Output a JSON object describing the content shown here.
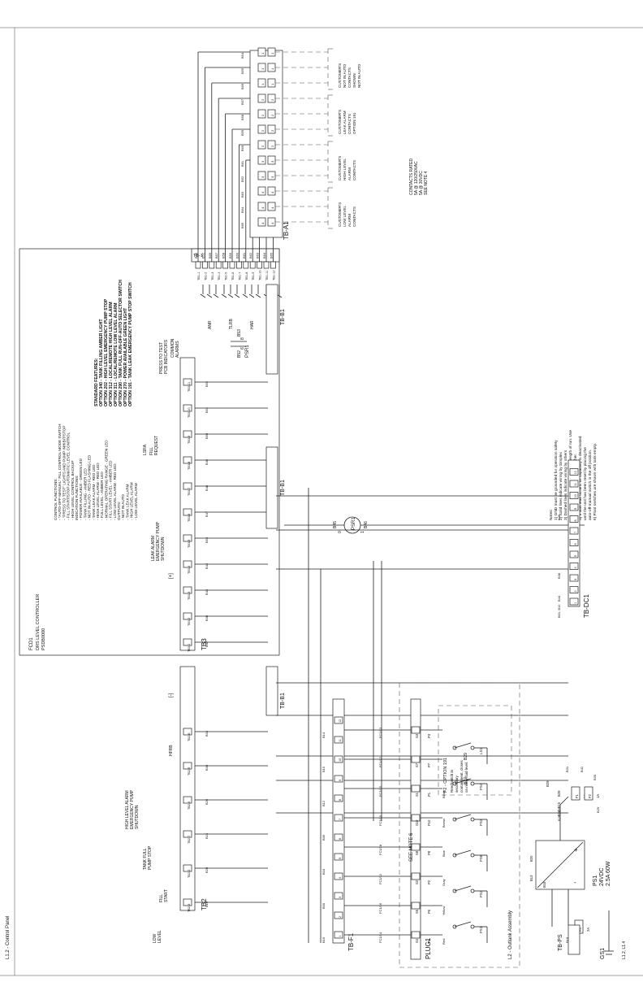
{
  "page": {
    "header_left": "L1.2 - Control Panel"
  },
  "controller": {
    "id": "FCD1",
    "name": "DRS LEVEL CONTROLLER",
    "model": "PSDB0000"
  },
  "control_functions": [
    "CONTROL FUNCTIONS:",
    "- \"AUTO-OFF-MANUAL\" FILL CONTROL MODE SWITCH",
    "- \"PRESS TO TEST\" LIGHTS AND PUMP INHIBIT/STOP",
    "- FILL START/STOP AUTOMATIC LEVEL CONTROL",
    "- HIGH LEVEL CONTROL BACKUP",
    "INDICATION FUNCTIONS:",
    "- POWER AVAILABLE - GREEN LED",
    "- TANK FILLING - AMBER LED",
    "- NOT IN AUTO - RED FLASHING LED",
    "- TANK LEAK ALARM - RED LED",
    "- HIGH LEVEL ALARM - RED LED",
    "- FULL LEVEL - AMBER LED",
    "- NORMAL OPERATING RANGE - GREEN LED",
    "- FILL START LEVEL - AMBER LED",
    "- LOW LEVEL ALARM - RED LED",
    "OUTPUTS:",
    "- NOT IN AUTO",
    "- TANK LEAK ALARM",
    "- HIGH LEVEL ALARM",
    "- LOW LEVEL ALARM"
  ],
  "standard_features": [
    "STANDARD FEATURES:",
    "OPTION 340 - TANK FILLING AMBER LIGHT",
    "OPTION 202 - HIGH LEVEL EMERGENCY PUMP STOP",
    "OPTION 312 - LOCAL/REMOTE HIGH LEVEL ALARM",
    "OPTION 311 - LOCAL/REMOTE LOW LEVEL ALARM",
    "OPTION 290 - TANK FULL RUN-OFF-AUTO SELECTOR SWITCH",
    "OPTION 270 - POWER AVAILABLE GREEN LIGHT",
    "OPTION 191 - TANK LEAK EMERGENCY PUMP STOP SWITCH"
  ],
  "tb1": {
    "label": "TB-1",
    "terminals": [
      "TB1-1",
      "TB1-2",
      "TB1-3",
      "TB1-4",
      "TB1-5",
      "TB1-6",
      "TB1-7",
      "TB1-8",
      "TB1-9",
      "TB1-10",
      "TB1-11",
      "TB1-12"
    ],
    "wires": [
      "B55",
      "B52",
      "B56",
      "B57",
      "B58",
      "B59",
      "B60",
      "B61",
      "B62",
      "B63",
      "B64",
      "B65"
    ],
    "relays": [
      "ANR",
      "TLRB",
      "HAR",
      "LFRB"
    ]
  },
  "tba1": {
    "label": "TB-A1",
    "wires": [
      "B54",
      "B55",
      "B56",
      "B57",
      "B58",
      "B59",
      "B60",
      "B61",
      "B62",
      "B63",
      "B64",
      "B65"
    ],
    "terminal_pairs": [
      [
        "1",
        "1"
      ],
      [
        "1",
        "1"
      ],
      [
        "1",
        "1"
      ],
      [
        "2",
        "2"
      ],
      [
        "2",
        "2"
      ],
      [
        "2",
        "2"
      ],
      [
        "2",
        "2"
      ],
      [
        "3",
        "3"
      ],
      [
        "3",
        "3"
      ],
      [
        "4",
        "4"
      ],
      [
        "4",
        "4"
      ],
      [
        "4",
        "4"
      ]
    ],
    "contact_groups": [
      [
        "CUSTOMER'S",
        "NOT IN AUTO",
        "CONTACTS",
        "SHOWN",
        "NOT IN AUTO"
      ],
      [
        "CUSTOMER'S",
        "LEAK ALARM",
        "CONTACTS",
        "OPTION 191"
      ],
      [
        "CUSTOMER'S",
        "HIGH LEVEL",
        "ALARM",
        "CONTACTS"
      ],
      [
        "CUSTOMER'S",
        "LOW LEVEL",
        "ALARM",
        "CONTACTS"
      ]
    ],
    "rating": [
      "CONTACTS RATED",
      "5A @ 120/250VAC",
      "5A @ 30VDC",
      "SEE NOTE 4"
    ]
  },
  "tb3": {
    "label": "TB3",
    "terminals": [
      "TB3-1",
      "TB3-2",
      "TB3-3",
      "TB3-4",
      "TB3-5",
      "TB3-6",
      "TB3-7",
      "TB3-8",
      "TB3-9",
      "TB3-10",
      "TB3-11"
    ],
    "wires": [
      "B42",
      "B38",
      "B43",
      "B44",
      "B53",
      "B47",
      "B48",
      "B49",
      "B50",
      "B51",
      "B52"
    ],
    "labels": {
      "leak": [
        "LEAK ALARM",
        "EMERGENCY PUMP",
        "SHUTDOWN"
      ],
      "fill_request": [
        "FILL",
        "REQUEST"
      ],
      "press_test": [
        "PRESS TO TEST",
        "PCB INDICATORS"
      ],
      "common_alarms": [
        "COMMON",
        "ALARMS"
      ],
      "plus": "[+]",
      "minus": "[-]",
      "relay": "LSRA"
    }
  },
  "tb2": {
    "label": "TB2",
    "terminals": [
      "TB2-3",
      "TB2-2",
      "TB2-7",
      "TB2-4",
      "TB2-5",
      "TB2-6"
    ],
    "wires": [
      "B16",
      "B20",
      "B24",
      "B26",
      "B30",
      "B34"
    ],
    "labels": {
      "low": [
        "LOW",
        "LEVEL"
      ],
      "fill_start": [
        "FILL",
        "START"
      ],
      "tank_full": [
        "TANK FULL",
        "PUMP STOP"
      ],
      "high_level": [
        "HIGH LEVEL ALARM",
        "EMERGENCY PUMP",
        "SHUTDOWN"
      ],
      "hfrb": "HFRB"
    }
  },
  "tbb1_labels": [
    "TB-B1",
    "TB-B1",
    "TB-B1"
  ],
  "psr1": {
    "label": "PSR1",
    "wires": [
      "B45",
      "B46",
      "B53",
      "B52"
    ],
    "pins": [
      "0",
      "1",
      "6",
      "8"
    ]
  },
  "tbdc1": {
    "label": "TB-DC1",
    "terminals": [
      "1",
      "2",
      "3",
      "4",
      "5",
      "6",
      "7",
      "8",
      "9",
      "10",
      "11",
      "12"
    ],
    "wires": [
      "B44",
      "B38",
      "B46",
      "B01, B12"
    ]
  },
  "tbf1": {
    "label": "TB-F1",
    "terminals": [
      "1",
      "2",
      "3",
      "4",
      "5",
      "6",
      "7",
      "8",
      "9",
      "10",
      "11",
      "12"
    ],
    "wires": [
      "B16",
      "B00",
      "B04",
      "B06",
      "B12",
      "B15",
      "B14"
    ]
  },
  "plug": {
    "label": "PLUG1",
    "sockets": [
      "S4",
      "S6",
      "S2",
      "S8",
      "S10",
      "S1",
      "S7",
      "S3"
    ],
    "pins": [
      "P4",
      "P6",
      "P2",
      "P8",
      "P10",
      "P1",
      "P7",
      "P3"
    ],
    "cables": [
      "FC1/14",
      "FC1/16",
      "FC1/12",
      "FC1/18",
      "FC1/10",
      "FC1/15",
      "FC1/17",
      "FC1/13"
    ],
    "colors": [
      "Red",
      "Yellow",
      "Gray",
      "Blue",
      "Brown",
      "Black"
    ]
  },
  "floats": {
    "switches": [
      "FS1",
      "FS2",
      "FS6",
      "FS3",
      "FS4",
      "LS1"
    ],
    "assembly_label": "L2 - Outlank Assembly",
    "see_note": "SEE NOTE 6",
    "option_box_title": "F2 - OPTION 191",
    "option_box_text": [
      "Reedswitch in",
      "secondary",
      "containment, closes",
      "on rising fluid level."
    ],
    "wire_labels": [
      "B29",
      "B27"
    ]
  },
  "power_supply": {
    "label": "PS1",
    "rating": [
      "24VDC",
      "2.5A 60W"
    ],
    "wires": [
      "B13",
      "B18",
      "B20",
      "B14, B15",
      "B28",
      "B29"
    ],
    "fuses": [
      [
        "F1",
        "1A"
      ],
      [
        "F2",
        "1A"
      ],
      [
        "F3",
        "2A"
      ]
    ],
    "fuse_wires": [
      "B31",
      "B41",
      "B30",
      "B29",
      "B28, B29",
      "B18",
      "B19"
    ],
    "tbps_label": "TB-PS",
    "gs_label": "GS1",
    "gs_wires": [
      "L1.2, L1.4"
    ]
  },
  "notes": [
    "Notes:",
    "1) GND must be grounded for operation safety",
    "2) Solid lines indicate wiring by Simplex",
    "3) Dashed lines indicate wiring by others",
    "4) 18AWG or larger depending on length of run. Use",
    "   copper conductors only. 60C or higher.",
    "5) If tank leak occurs, fill capability is deactivated",
    "   until the unit has been reset by placing the",
    "   auto-off-manual switch in the off position.",
    "6) Float switches are shown with tank empty."
  ]
}
